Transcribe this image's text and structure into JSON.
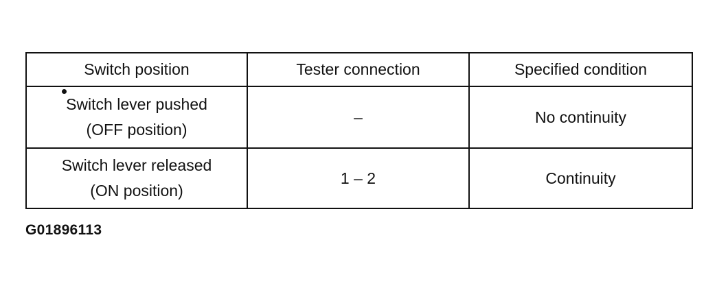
{
  "table": {
    "headers": [
      "Switch position",
      "Tester connection",
      "Specified  condition"
    ],
    "rows": [
      {
        "switch_position": [
          "Switch lever pushed",
          "(OFF position)"
        ],
        "tester_connection": "–",
        "specified_condition": "No continuity"
      },
      {
        "switch_position": [
          "Switch lever released",
          "(ON position)"
        ],
        "tester_connection": "1 – 2",
        "specified_condition": "Continuity"
      }
    ]
  },
  "figure_id": "G01896113"
}
